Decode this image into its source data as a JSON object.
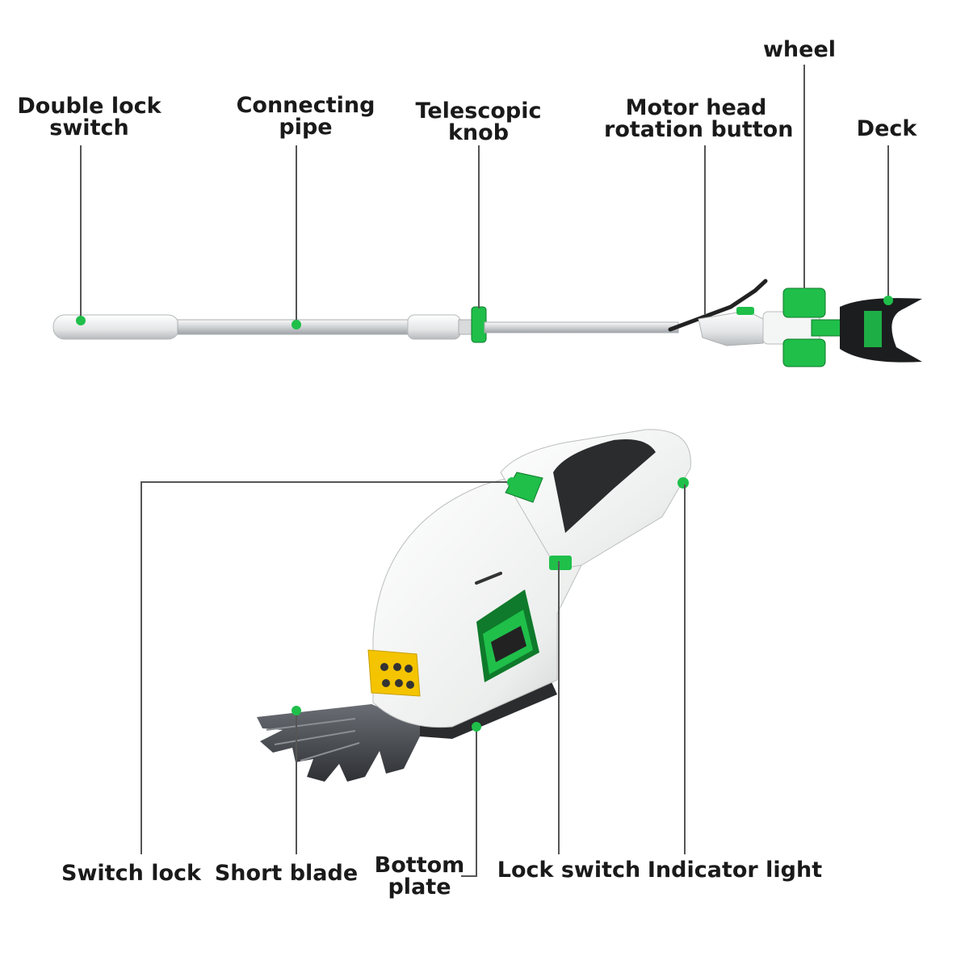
{
  "top_labels": {
    "double_lock_switch": [
      "Double lock",
      "switch"
    ],
    "connecting_pipe": [
      "Connecting",
      "pipe"
    ],
    "telescopic_knob": [
      "Telescopic",
      "knob"
    ],
    "motor_head_rotation_button": [
      "Motor head",
      "rotation button"
    ],
    "wheel": "wheel",
    "deck": "Deck"
  },
  "bottom_labels": {
    "switch_lock": "Switch lock",
    "short_blade": "Short blade",
    "bottom_plate": [
      "Bottom",
      "plate"
    ],
    "lock_switch": "Lock switch",
    "indicator_light": "Indicator light"
  },
  "colors": {
    "accent_green": "#1fbf4a",
    "dark_green": "#0f7a2b",
    "body_white": "#f2f4f3",
    "handle_black": "#2a2c2e",
    "blade_gray": "#4a4d52",
    "warning_yellow": "#f4c400",
    "leader_line": "#555555"
  }
}
